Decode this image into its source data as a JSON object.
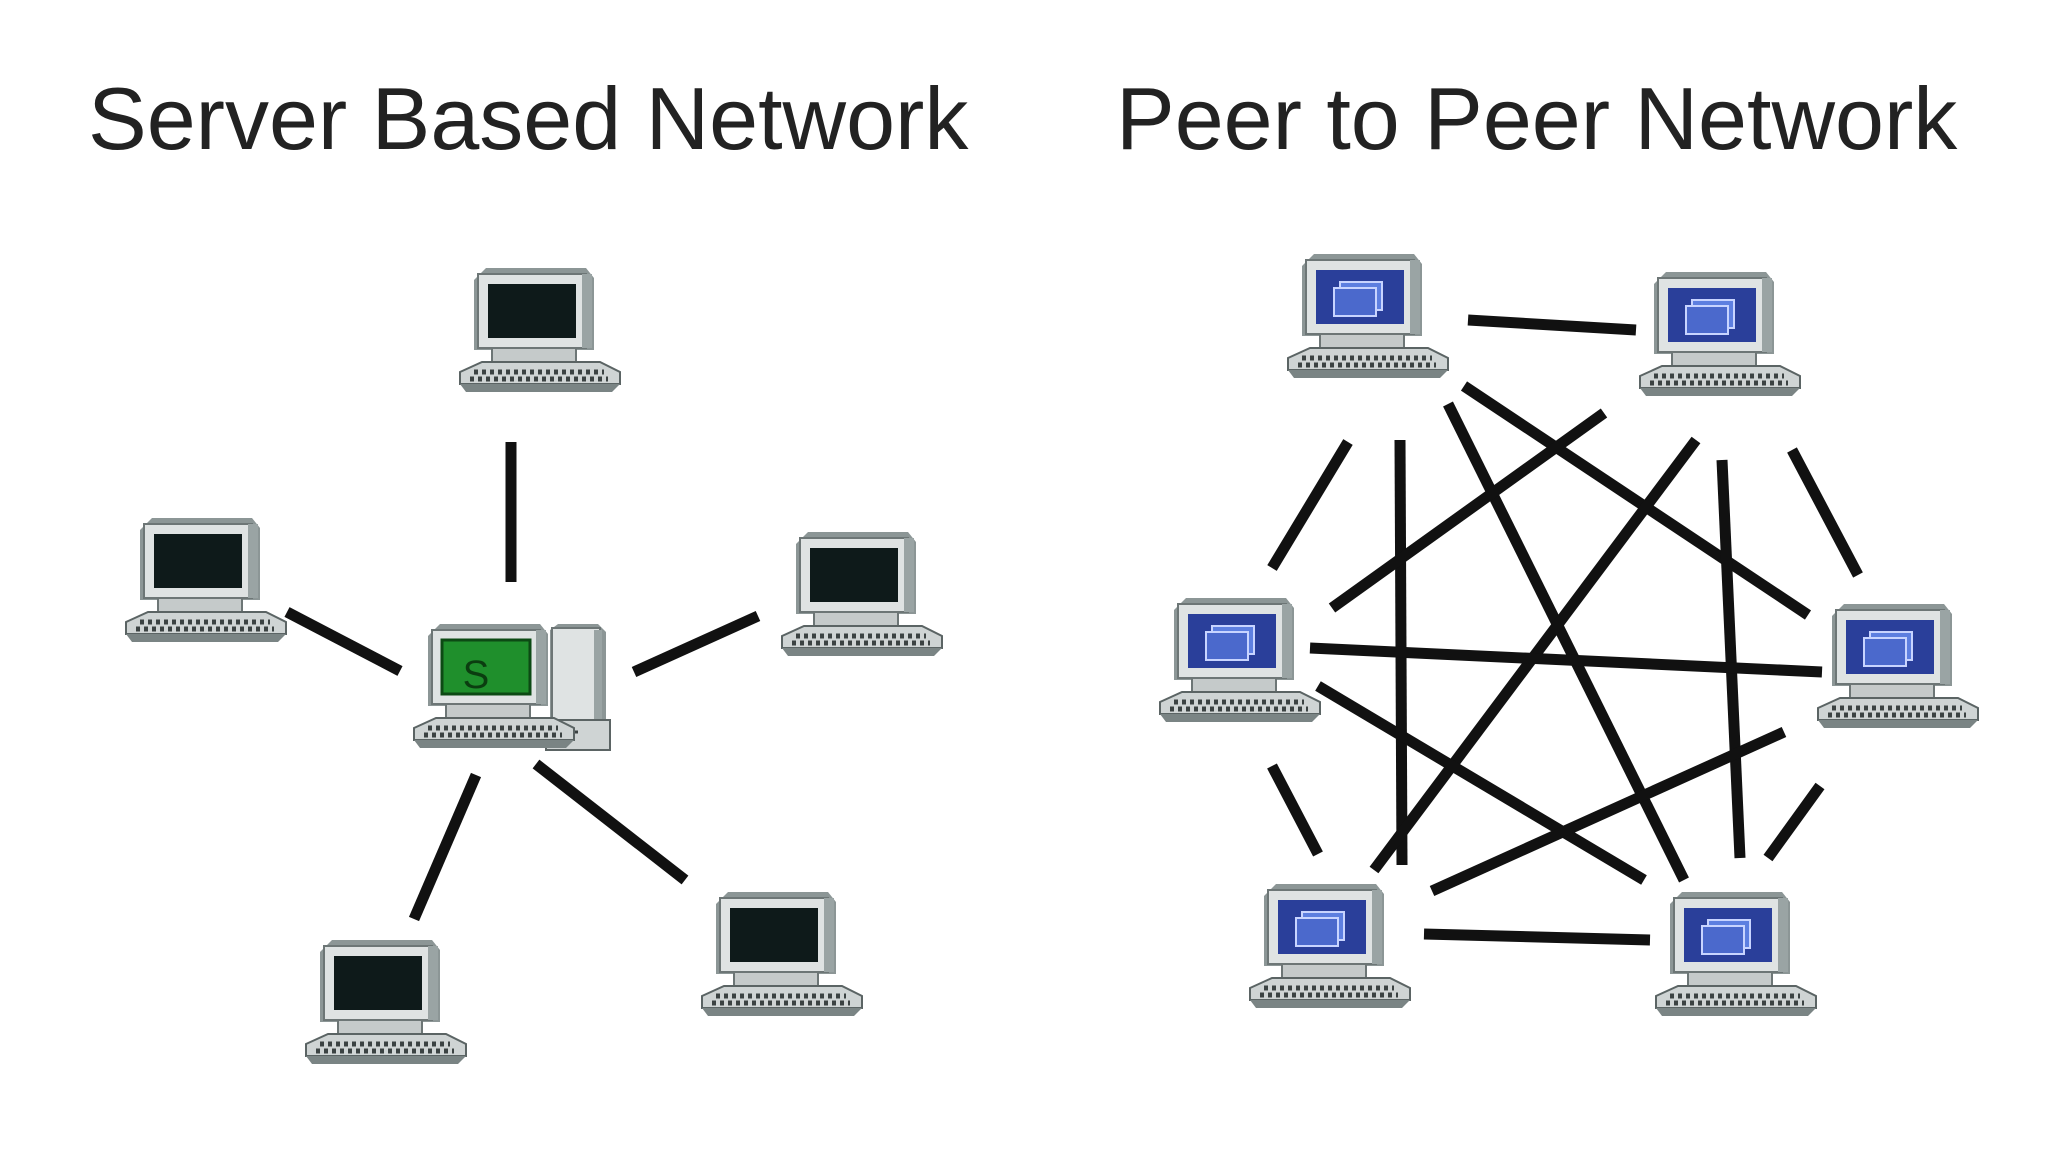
{
  "diagram": {
    "left_title": "Server Based Network",
    "right_title": "Peer to Peer Network",
    "server_label": "S"
  },
  "colors": {
    "background": "#ffffff",
    "title_text": "#222222",
    "link": "#111111",
    "computer_case": "#d4d8d8",
    "computer_shadow": "#8c9696",
    "client_screen": "#0e1a1a",
    "server_screen": "#1f8f2c",
    "peer_screen": "#2a3f9a",
    "peer_window": "#5d7fe0"
  },
  "icons": {
    "client": "desktop-computer-icon",
    "server": "server-computer-icon",
    "peer": "peer-computer-icon"
  }
}
